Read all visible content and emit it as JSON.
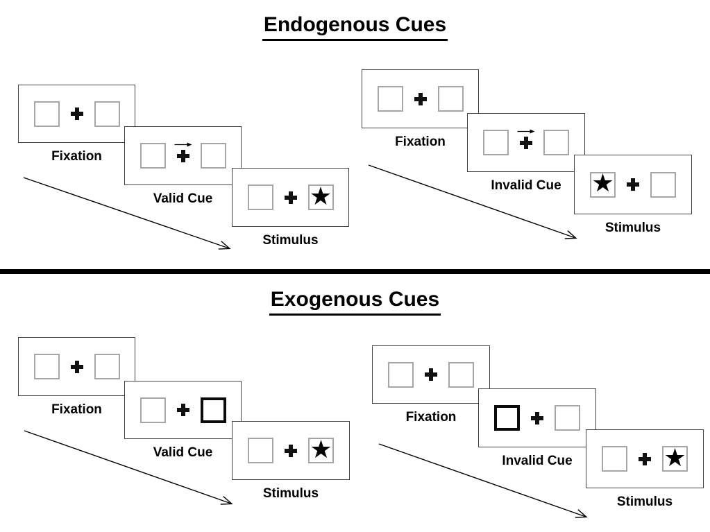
{
  "colors": {
    "background": "#ffffff",
    "ink": "#000000",
    "panel_border": "#404040",
    "placeholder_box_border": "#a6a6a6",
    "cue_box_border": "#0a0a0a",
    "divider": "#000000"
  },
  "icons": {
    "star": "★",
    "fixation_cross": "+",
    "cue_arrow": "→"
  },
  "endogenous": {
    "title": "Endogenous Cues",
    "valid": {
      "fixation_label": "Fixation",
      "cue_label": "Valid Cue",
      "stimulus_label": "Stimulus",
      "cue_side": "center-arrow-right",
      "target_side": "right"
    },
    "invalid": {
      "fixation_label": "Fixation",
      "cue_label": "Invalid Cue",
      "stimulus_label": "Stimulus",
      "cue_side": "center-arrow-right",
      "target_side": "left"
    }
  },
  "exogenous": {
    "title": "Exogenous Cues",
    "valid": {
      "fixation_label": "Fixation",
      "cue_label": "Valid Cue",
      "stimulus_label": "Stimulus",
      "cue_side": "right",
      "target_side": "right"
    },
    "invalid": {
      "fixation_label": "Fixation",
      "cue_label": "Invalid Cue",
      "stimulus_label": "Stimulus",
      "cue_side": "left",
      "target_side": "right"
    }
  }
}
